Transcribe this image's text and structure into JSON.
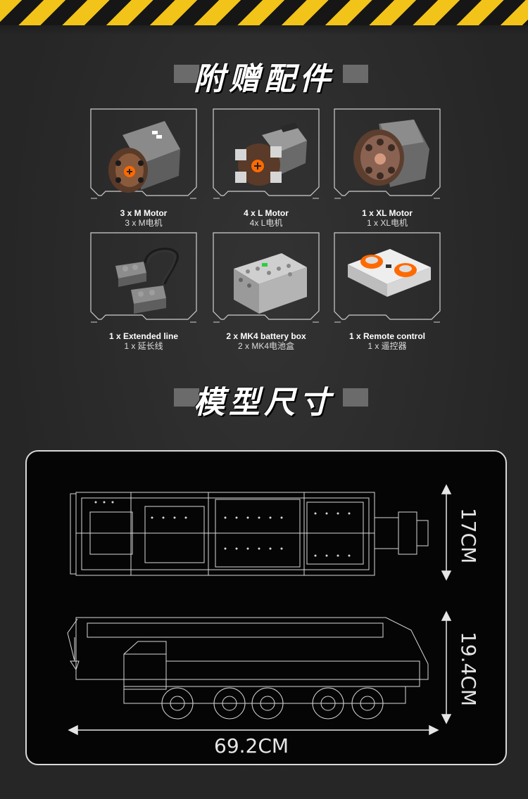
{
  "sections": {
    "accessories_title": "附赠配件",
    "size_title": "模型尺寸"
  },
  "accessories": [
    {
      "en": "3 x M Motor",
      "cn": "3 x M电机",
      "icon": "m-motor-icon"
    },
    {
      "en": "4 x L Motor",
      "cn": "4x L电机",
      "icon": "l-motor-icon"
    },
    {
      "en": "1 x XL Motor",
      "cn": "1 x XL电机",
      "icon": "xl-motor-icon"
    },
    {
      "en": "1 x Extended line",
      "cn": "1 x 延长线",
      "icon": "extension-cable-icon"
    },
    {
      "en": "2 x MK4 battery box",
      "cn": "2 x MK4电池盒",
      "icon": "battery-box-icon"
    },
    {
      "en": "1 x Remote control",
      "cn": "1 x 遥控器",
      "icon": "remote-control-icon"
    }
  ],
  "dimensions": {
    "width": "17CM",
    "height": "19.4CM",
    "length": "69.2CM"
  },
  "colors": {
    "hazard_yellow": "#f2c318",
    "background": "#2b2b2b",
    "panel": "#050505",
    "motor_orange": "#ff6a00"
  }
}
